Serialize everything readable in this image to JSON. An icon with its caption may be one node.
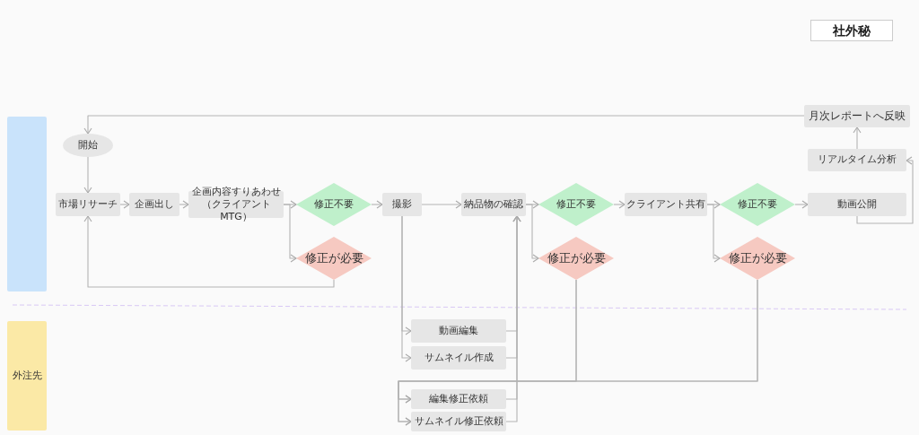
{
  "diagram": {
    "nodes": [
      {
        "text": [],
        "shape": "box"
      },
      {
        "text": [
          "外注先"
        ]
      },
      {
        "text": [
          "社外秘"
        ]
      },
      {
        "text": [
          "開始"
        ]
      },
      {
        "text": [
          "市場リサーチ"
        ]
      },
      {
        "text": [
          "企画出し"
        ]
      },
      {
        "text": [
          "企画内容すりあわせ（クライアントMTG）"
        ]
      },
      {
        "text": [
          "修正不要"
        ]
      },
      {
        "text": [
          "修正が必要"
        ]
      },
      {
        "text": [
          "撮影"
        ]
      },
      {
        "text": [
          "納品物の確認"
        ]
      },
      {
        "text": [
          "修正不要"
        ]
      },
      {
        "text": [
          "修正が必要"
        ]
      },
      {
        "text": [
          "クライアント共有"
        ]
      },
      {
        "text": [
          "修正不要"
        ]
      },
      {
        "text": [
          "修正が必要"
        ]
      },
      {
        "text": [
          "動画公開"
        ]
      },
      {
        "text": [
          "リアルタイム分析"
        ]
      },
      {
        "text": [
          "月次レポートへ反映"
        ]
      },
      {
        "text": [
          "動画編集"
        ]
      },
      {
        "text": [
          "サムネイル作成"
        ]
      },
      {
        "text": [
          "編集修正依頼"
        ]
      },
      {
        "text": [
          "サムネイル修正依頼"
        ]
      }
    ],
    "edges": [
      {
        "from": 3,
        "to": 4,
        "arrow": "to"
      },
      {
        "from": 4,
        "to": 5,
        "arrow": "to"
      },
      {
        "from": 5,
        "to": 6,
        "arrow": "to"
      },
      {
        "from": 6,
        "to": 7,
        "arrow": "to"
      },
      {
        "from": 6,
        "to": 8,
        "arrow": "to"
      },
      {
        "from": 8,
        "to": 4,
        "arrow": "to"
      },
      {
        "from": 7,
        "to": 9,
        "arrow": "to"
      },
      {
        "from": 9,
        "to": 10,
        "arrow": "to"
      },
      {
        "from": 9,
        "to": 19,
        "arrow": "to"
      },
      {
        "from": 9,
        "to": 20,
        "arrow": "to"
      },
      {
        "from": 19,
        "to": 10,
        "arrow": "to"
      },
      {
        "from": 20,
        "to": 10,
        "arrow": "to"
      },
      {
        "from": 21,
        "to": 10,
        "arrow": "to"
      },
      {
        "from": 22,
        "to": 10,
        "arrow": "to"
      },
      {
        "from": 10,
        "to": 11,
        "arrow": "to"
      },
      {
        "from": 10,
        "to": 12,
        "arrow": "to"
      },
      {
        "from": 11,
        "to": 13,
        "arrow": "to"
      },
      {
        "from": 13,
        "to": 14,
        "arrow": "to"
      },
      {
        "from": 13,
        "to": 15,
        "arrow": "to"
      },
      {
        "from": 14,
        "to": 16,
        "arrow": "to"
      },
      {
        "from": 16,
        "to": 17,
        "arrow": "to"
      },
      {
        "from": 17,
        "to": 18,
        "arrow": "to"
      },
      {
        "from": 18,
        "to": 3,
        "arrow": "to"
      },
      {
        "from": 12,
        "to": 21,
        "arrow": "to"
      },
      {
        "from": 12,
        "to": 22,
        "arrow": "to"
      },
      {
        "from": 15,
        "to": 21,
        "arrow": "to"
      },
      {
        "from": 15,
        "to": 22,
        "arrow": "to"
      }
    ]
  }
}
